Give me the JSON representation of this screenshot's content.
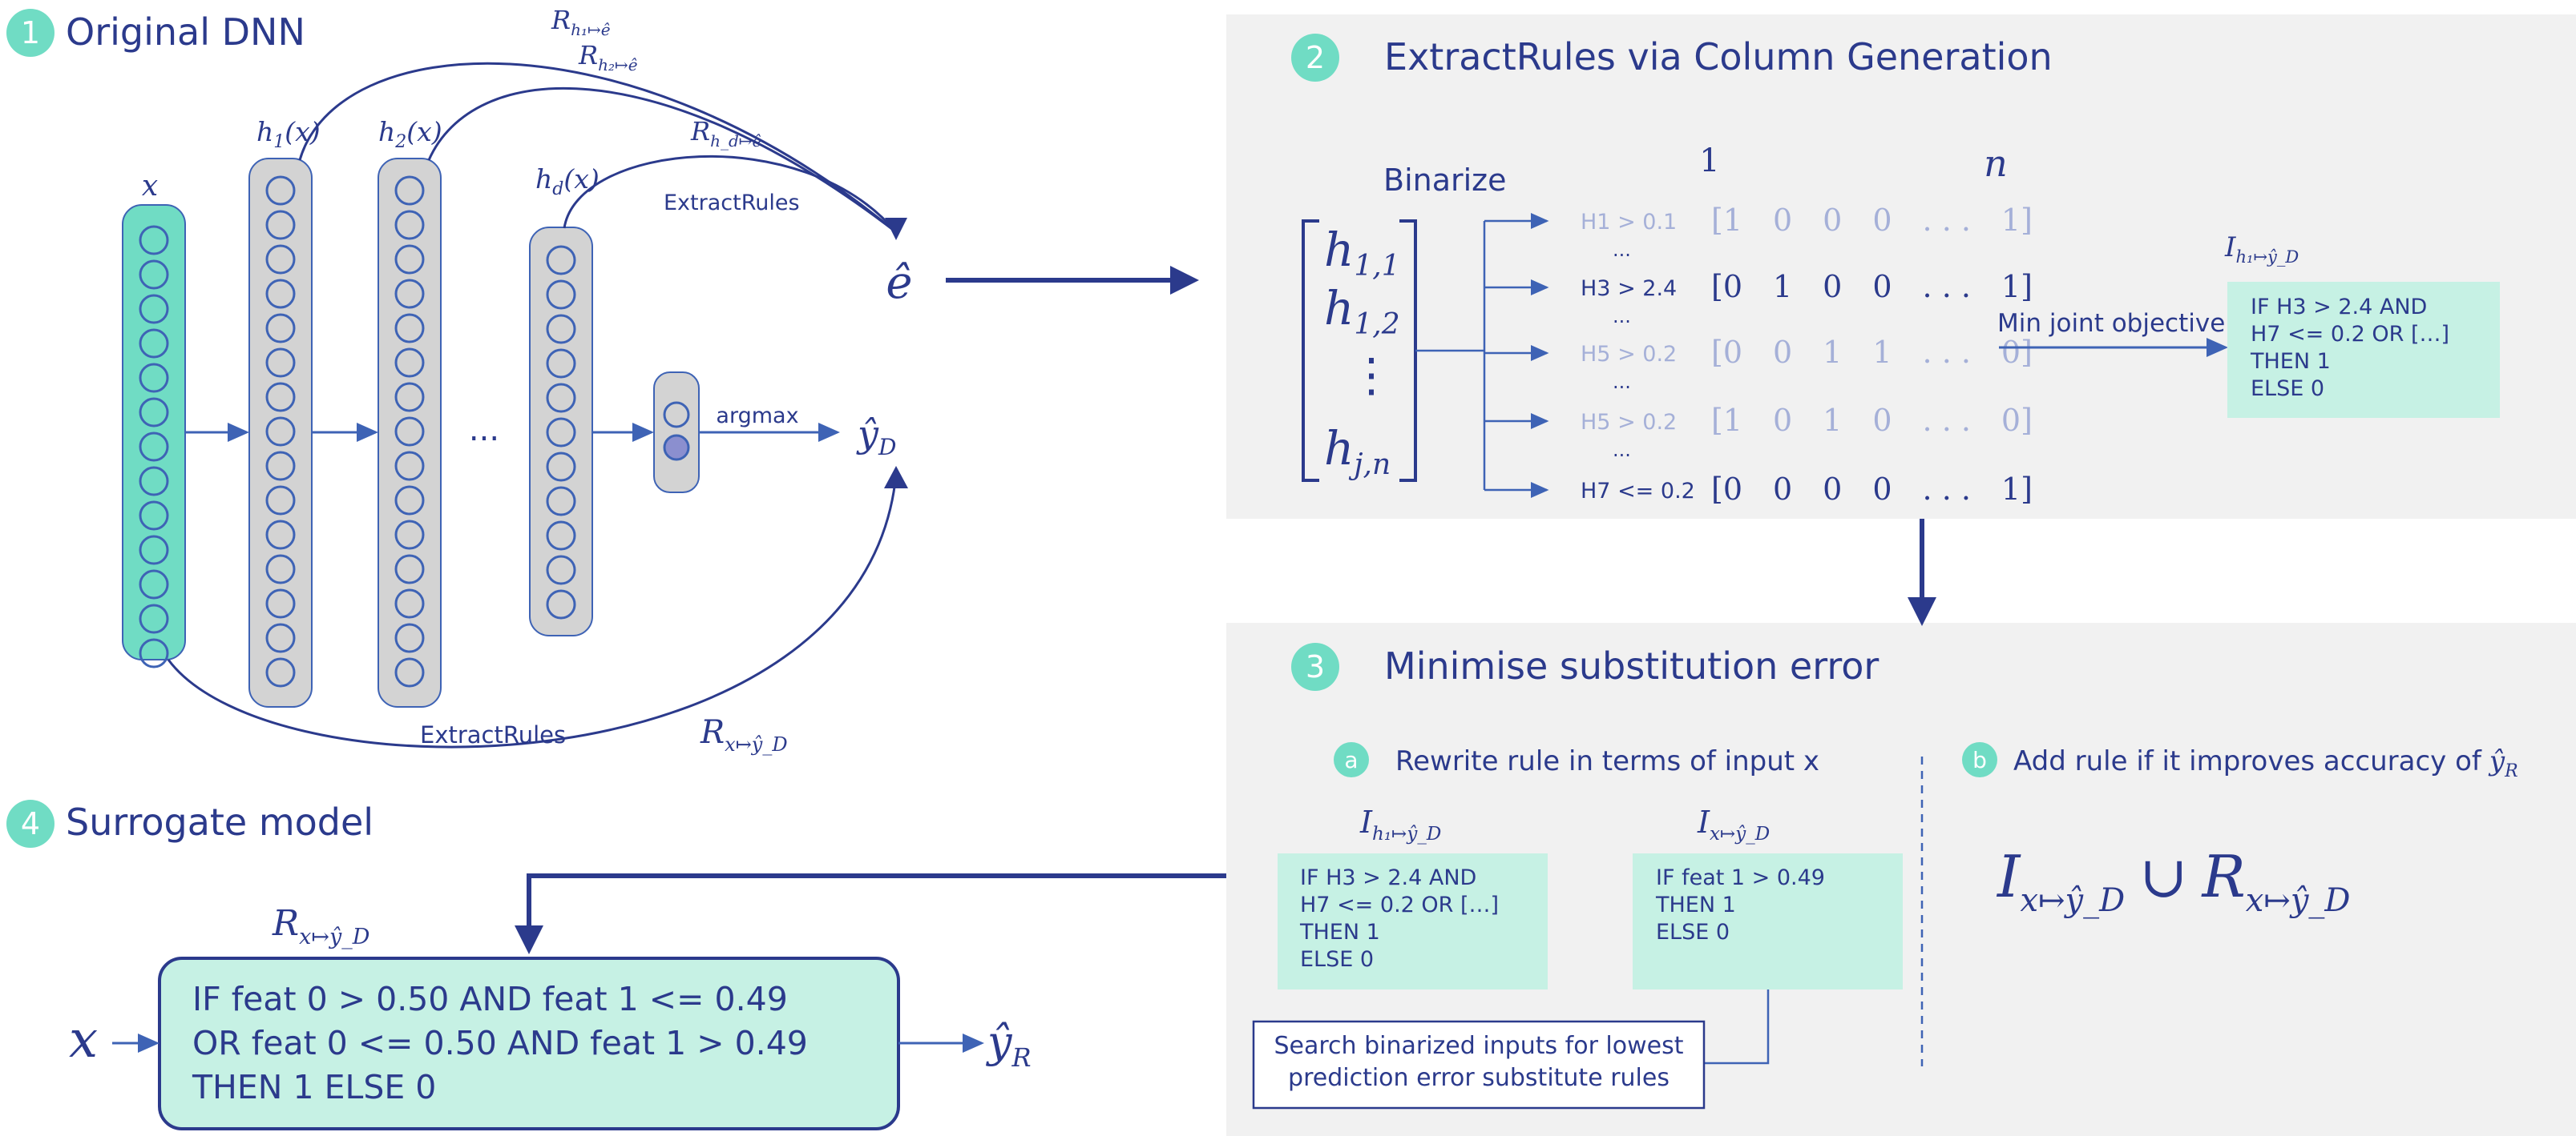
{
  "colors": {
    "navy": "#2b3a8c",
    "arrow_blue": "#3e63b5",
    "teal": "#70dcc4",
    "mint": "#c6f1e4",
    "panel_gray": "#f1f1f1",
    "layer_gray": "#d3d3d3"
  },
  "step1": {
    "number": "1",
    "title": "Original DNN"
  },
  "step2": {
    "number": "2",
    "title": "ExtractRules via Column Generation"
  },
  "step3": {
    "number": "3",
    "title": "Minimise substitution error"
  },
  "step4": {
    "number": "4",
    "title": "Surrogate model"
  },
  "dnn": {
    "input_label": "x",
    "layer_h1": "h",
    "layer_h1_sub": "1",
    "layer_h1_arg": "(x)",
    "layer_h2": "h",
    "layer_h2_sub": "2",
    "layer_h2_arg": "(x)",
    "layer_hd": "h",
    "layer_hd_sub": "d",
    "layer_hd_arg": "(x)",
    "ellipsis": "...",
    "argmax": "argmax",
    "extract_rules_top": "ExtractRules",
    "extract_rules_bottom": "ExtractRules",
    "r_h1": "R",
    "r_h1_sub": "h₁↦ê",
    "r_h2": "R",
    "r_h2_sub": "h₂↦ê",
    "r_hd": "R",
    "r_hd_sub": "h_d↦ê",
    "e_hat": "ê",
    "y_d": "ŷ",
    "y_d_sub": "D",
    "r_x": "R",
    "r_x_sub": "x↦ŷ_D"
  },
  "binarize": {
    "label": "Binarize",
    "col_first": "1",
    "col_last": "n",
    "matrix_rows": [
      "h",
      "h",
      "⋮",
      "h"
    ],
    "matrix_subs": [
      "1,1",
      "1,2",
      "",
      "j,n"
    ],
    "rules": [
      {
        "cond": "H1 > 0.1",
        "vec": "[1  0  0  0  . . .  1]",
        "highlight": false
      },
      {
        "cond": "H3 > 2.4",
        "vec": "[0  1  0  0  . . .  1]",
        "highlight": true
      },
      {
        "cond": "H5 > 0.2",
        "vec": "[0  0  1  1  . . .  0]",
        "highlight": false
      },
      {
        "cond": "H5 > 0.2",
        "vec": "[1  0  1  0  . . .  0]",
        "highlight": false
      },
      {
        "cond": "H7 <= 0.2",
        "vec": "[0  0  0  0  . . .  1]",
        "highlight": true
      }
    ],
    "vdots": "...",
    "objective": "Min joint objective",
    "result_label": "I",
    "result_sub": "h₁↦ŷ_D",
    "result_lines": [
      "IF H3 > 2.4 AND",
      "H7 <= 0.2 OR […]",
      "THEN 1",
      "ELSE 0"
    ]
  },
  "step3a": {
    "badge": "a",
    "title": "Rewrite rule in terms of input x"
  },
  "step3b": {
    "badge": "b",
    "title": "Add rule if it improves accuracy of",
    "title_sym": "ŷ",
    "title_sub": "R"
  },
  "rewrite": {
    "left_label": "I",
    "left_sub": "h₁↦ŷ_D",
    "left_lines": [
      "IF H3 > 2.4 AND",
      "H7 <= 0.2 OR […]",
      "THEN 1",
      "ELSE 0"
    ],
    "right_label": "I",
    "right_sub": "x↦ŷ_D",
    "right_lines": [
      "IF feat 1 > 0.49",
      "THEN 1",
      "ELSE 0"
    ],
    "search_lines": [
      "Search binarized inputs for lowest",
      "prediction error substitute rules"
    ]
  },
  "union": {
    "left": "I",
    "left_sub": "x↦ŷ_D",
    "op": "∪",
    "right": "R",
    "right_sub": "x↦ŷ_D"
  },
  "surrogate": {
    "label": "R",
    "label_sub": "x↦ŷ_D",
    "input": "x",
    "lines": [
      "IF feat 0 > 0.50 AND feat 1 <= 0.49",
      "OR feat 0 <= 0.50 AND feat 1 > 0.49",
      "THEN 1 ELSE 0"
    ],
    "output": "ŷ",
    "output_sub": "R"
  }
}
